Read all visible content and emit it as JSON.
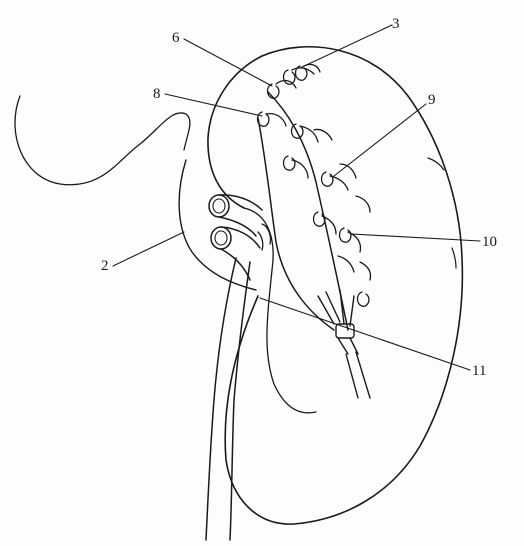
{
  "labels": {
    "l3": "3",
    "l6": "6",
    "l8": "8",
    "l9": "9",
    "l10": "10",
    "l2": "2",
    "l11": "11"
  },
  "colors": {
    "line": "#1a1a1a",
    "background": "#fdfdfd"
  }
}
